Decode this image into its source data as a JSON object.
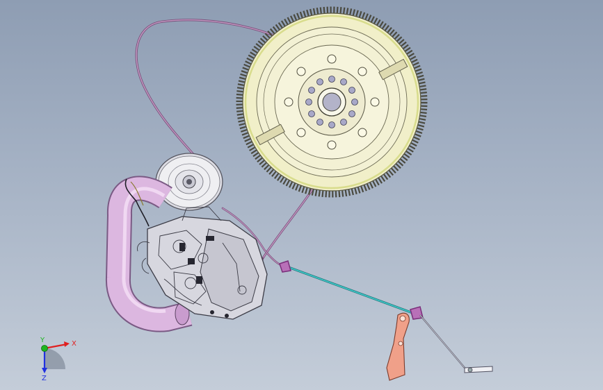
{
  "viewport": {
    "background_top": "#8e9db3",
    "background_bottom": "#c4cdd9"
  },
  "triad": {
    "x_label": "X",
    "y_label": "Y",
    "z_label": "Z",
    "x_color": "#e02020",
    "y_color": "#1fb51f",
    "z_color": "#2030e0"
  },
  "parts": {
    "flywheel": {
      "name": "flywheel-ring-gear",
      "color": "#f1efc9",
      "rim_color": "#d8dc8c"
    },
    "pulley": {
      "name": "idler-pulley",
      "color": "#efeff2"
    },
    "intake_pipe": {
      "name": "intake-pipe",
      "color": "#dcb7e0"
    },
    "engine": {
      "name": "engine-block",
      "color": "#d7d7df"
    },
    "cable": {
      "name": "drive-cable",
      "color": "#a872a8"
    },
    "rod": {
      "name": "tie-rod",
      "color": "#3fc9c9"
    },
    "pedal": {
      "name": "pedal-bracket",
      "color": "#f0a089"
    }
  }
}
